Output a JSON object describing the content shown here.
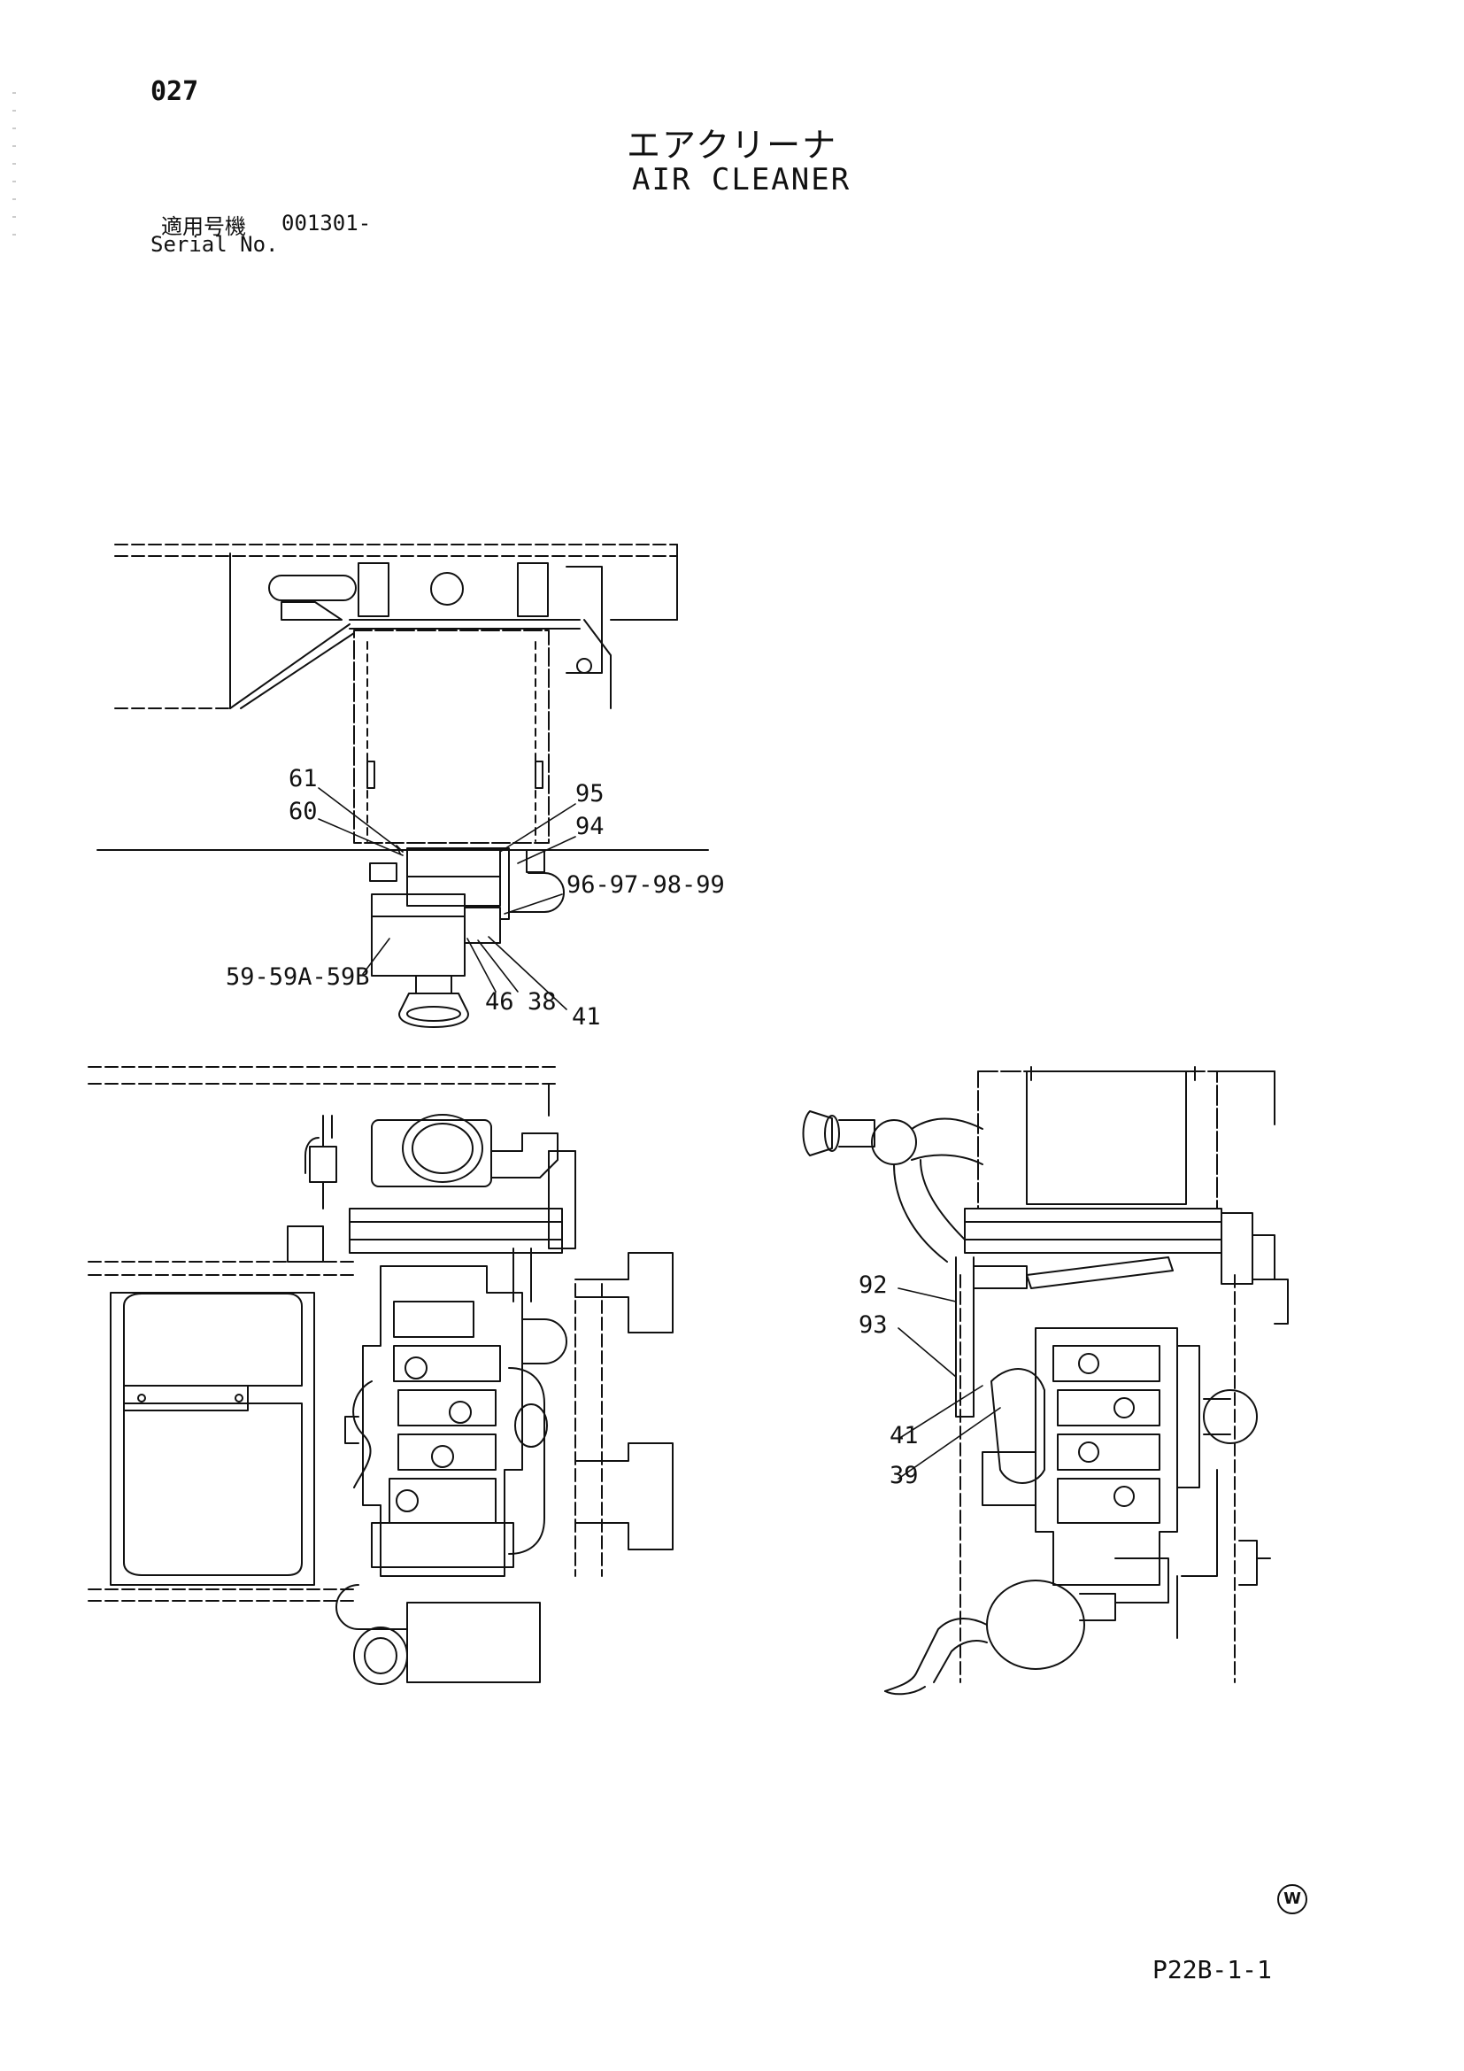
{
  "header": {
    "page_number": "027",
    "title_jp": "エアクリーナ",
    "title_en": "AIR CLEANER",
    "serial_label_jp": "適用号機",
    "serial_value": "001301-",
    "serial_label_en": "Serial No."
  },
  "views": {
    "top": {
      "callouts": [
        "61",
        "60",
        "95",
        "94",
        "96-97-98-99",
        "59-59A-59B",
        "46",
        "38",
        "41"
      ]
    },
    "bottom_left": {
      "callouts": []
    },
    "bottom_right": {
      "callouts": [
        "92",
        "93",
        "41",
        "39"
      ]
    }
  },
  "footer": {
    "mark": "W",
    "reference_code": "P22B-1-1"
  }
}
